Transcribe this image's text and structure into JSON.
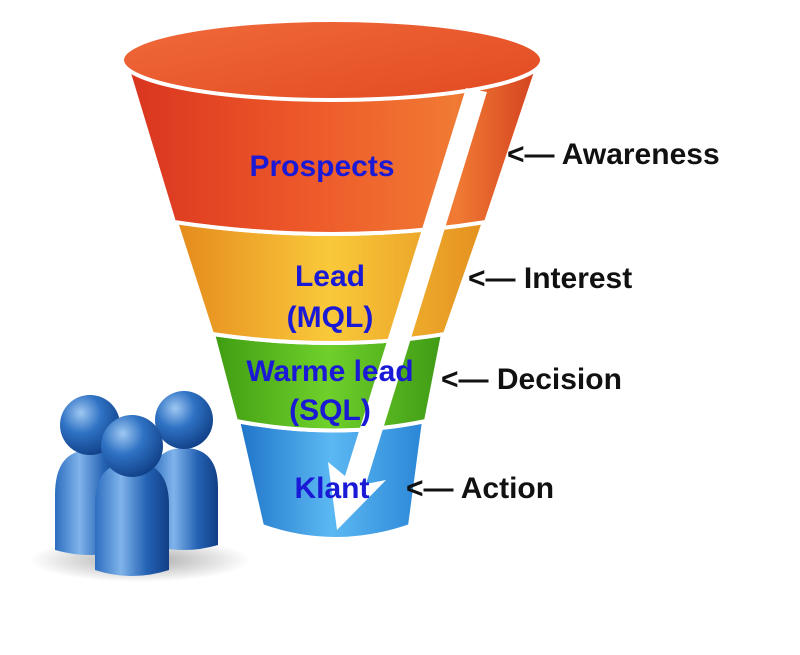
{
  "funnel": {
    "levels": [
      {
        "lines": [
          "Prospects"
        ],
        "stage": "<— Awareness",
        "color": "#e8542a"
      },
      {
        "lines": [
          "Lead",
          "(MQL)"
        ],
        "stage": "<— Interest",
        "color": "#f2b32a"
      },
      {
        "lines": [
          "Warme lead",
          "(SQL)"
        ],
        "stage": "<— Decision",
        "color": "#5cbf22"
      },
      {
        "lines": [
          "Klant"
        ],
        "stage": "<— Action",
        "color": "#3a9ee6"
      }
    ],
    "label_color": "#1a1ad6",
    "stage_color": "#111111"
  },
  "people_icon": "users-group-icon"
}
